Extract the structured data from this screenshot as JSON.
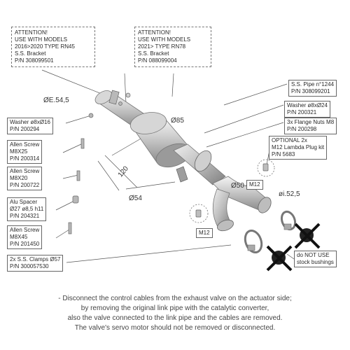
{
  "attention_boxes": [
    {
      "lines": [
        "ATTENTION!",
        "USE WITH MODELS",
        "2016>2020 TYPE RN45",
        "S.S. Bracket",
        "P/N 308099501"
      ]
    },
    {
      "lines": [
        "ATTENTION!",
        "USE WITH MODELS",
        "2021> TYPE RN78",
        "S.S. Bracket",
        "P/N 088099004"
      ]
    }
  ],
  "parts": {
    "ss_pipe": [
      "S.S. Pipe n°1244",
      "P/N 308099201"
    ],
    "washer_8x24": [
      "Washer ø8xØ24",
      "P/N 200321"
    ],
    "flange_nuts": [
      "3x Flange Nuts M8",
      "P/N 200298"
    ],
    "lambda_kit": [
      "OPTIONAL 2x",
      "M12 Lambda Plug kit",
      "P/N 5683"
    ],
    "washer_8x16": [
      "Washer ø8xØ16",
      "P/N 200294"
    ],
    "allen_m8x25": [
      "Allen Screw",
      "M8X25",
      "P/N 200314"
    ],
    "allen_m8x20": [
      "Allen Screw",
      "M8X20",
      "P/N 200722"
    ],
    "alu_spacer": [
      "Alu Spacer",
      "Ø27 ø8,5 h11",
      "P/N 204321"
    ],
    "allen_m8x45": [
      "Allen Screw",
      "M8X45",
      "P/N 201450"
    ],
    "clamps": [
      "2x S.S. Clamps Ø57",
      "P/N 300057530"
    ],
    "no_stock": [
      "do NOT USE",
      "stock bushings"
    ]
  },
  "dimensions": {
    "inlet": "ØE.54,5",
    "body": "Ø85",
    "length": "120",
    "pipe": "Ø54",
    "branch": "Ø50",
    "outlet": "øi.52,5",
    "m12_a": "M12",
    "m12_b": "M12"
  },
  "footer_lines": [
    "- Disconnect the control cables from the exhaust valve on the actuator side;",
    "by removing the original link pipe with the catalytic converter,",
    "also the valve connected to the link pipe and the cables are removed.",
    "The valve's servo motor should not be removed or disconnected."
  ]
}
